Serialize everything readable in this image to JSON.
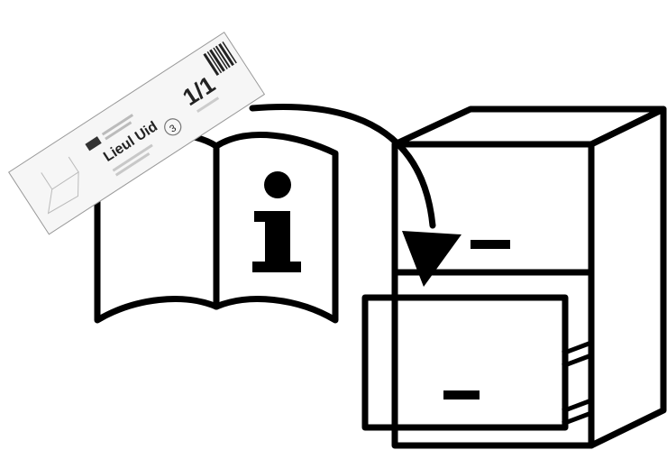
{
  "label": {
    "page_count": "1/1",
    "product_name": "Lieul Uid",
    "circle_number": "3"
  },
  "colors": {
    "ink": "#000000",
    "paper": "#ffffff",
    "label_bg": "#f6f6f6",
    "label_text": "#333333"
  },
  "icons": [
    "instruction-manual-icon",
    "info-icon",
    "arrow-icon",
    "cabinet-icon",
    "drawer-icon",
    "barcode-icon"
  ]
}
